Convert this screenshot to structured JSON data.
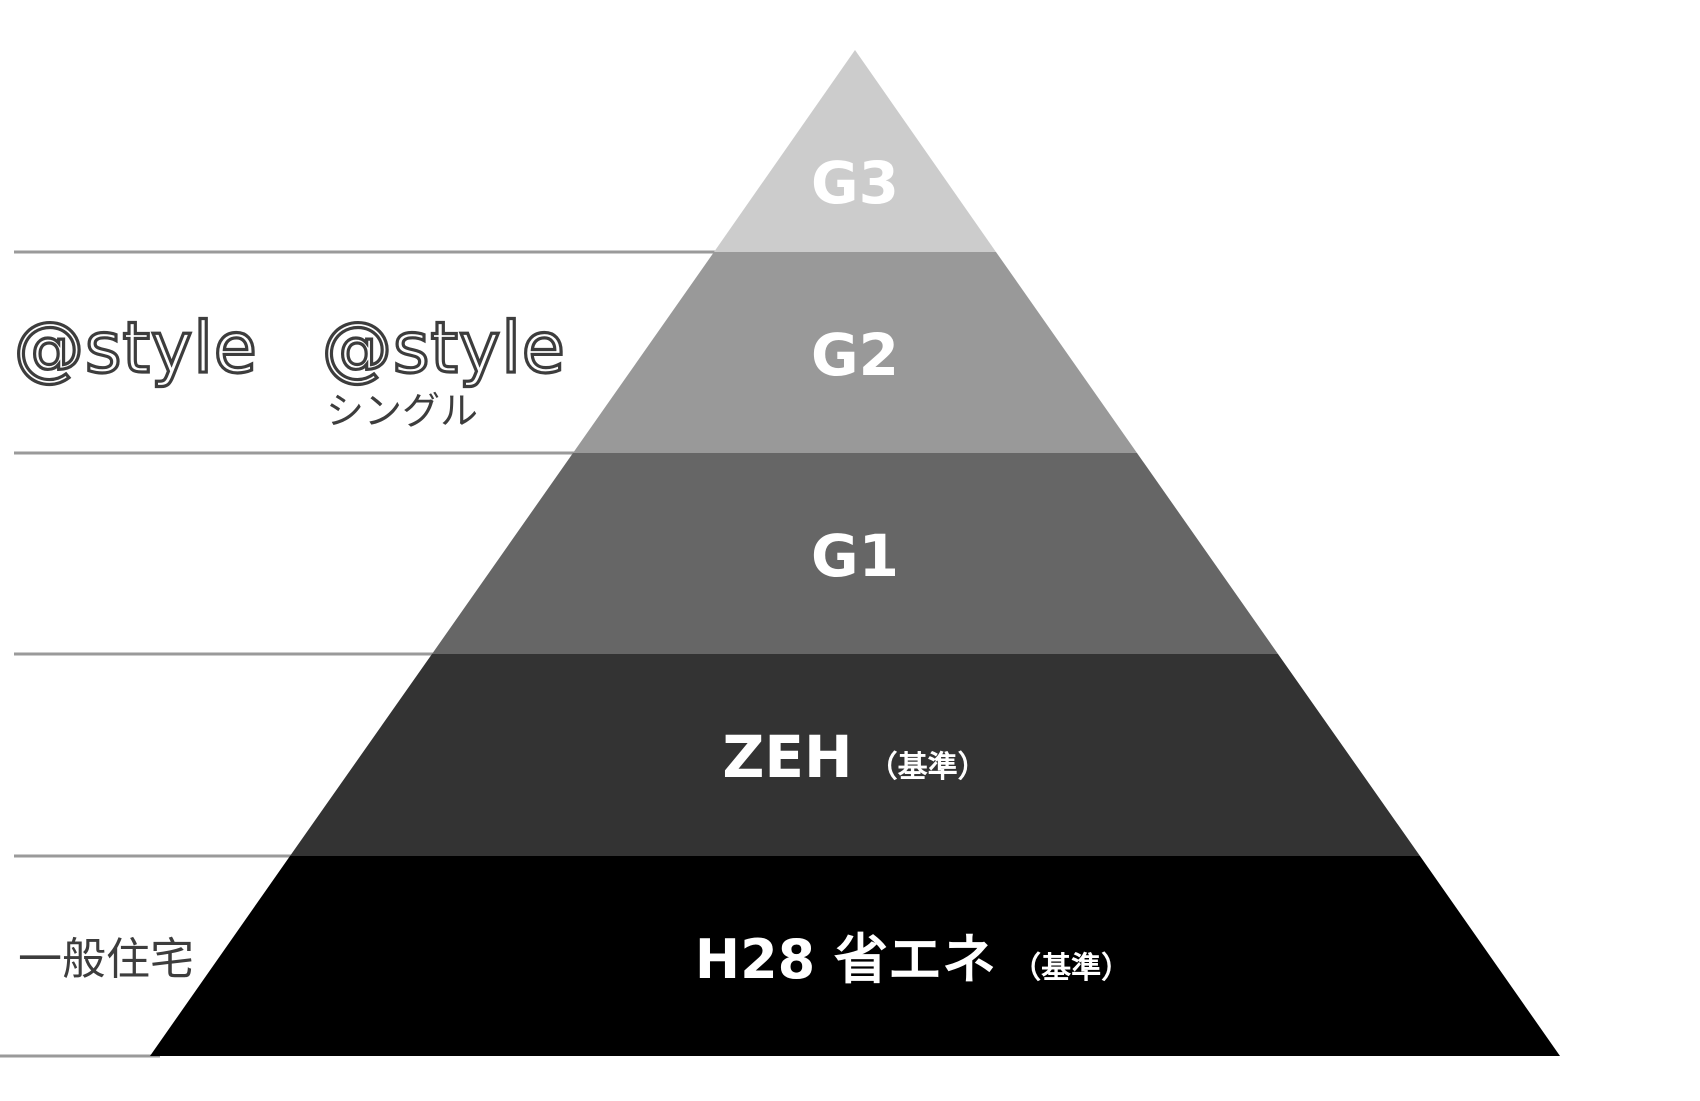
{
  "pyramid": {
    "tiers": [
      {
        "id": "g3",
        "label": "G3",
        "sub": "",
        "color": "#cccccc"
      },
      {
        "id": "g2",
        "label": "G2",
        "sub": "",
        "color": "#999999"
      },
      {
        "id": "g1",
        "label": "G1",
        "sub": "",
        "color": "#666666"
      },
      {
        "id": "zeh",
        "label": "ZEH",
        "sub": "（基準）",
        "color": "#333333"
      },
      {
        "id": "h28",
        "label": "H28 省エネ",
        "sub": "（基準）",
        "color": "#000000"
      }
    ]
  },
  "brands": {
    "style": "@style",
    "style_single": "@style",
    "single_caption": "シングル"
  },
  "side_labels": {
    "general_housing": "一般住宅"
  },
  "colors": {
    "divider": "#9a9a9a",
    "side_text": "#3d3d3d",
    "tier_text": "#ffffff"
  }
}
